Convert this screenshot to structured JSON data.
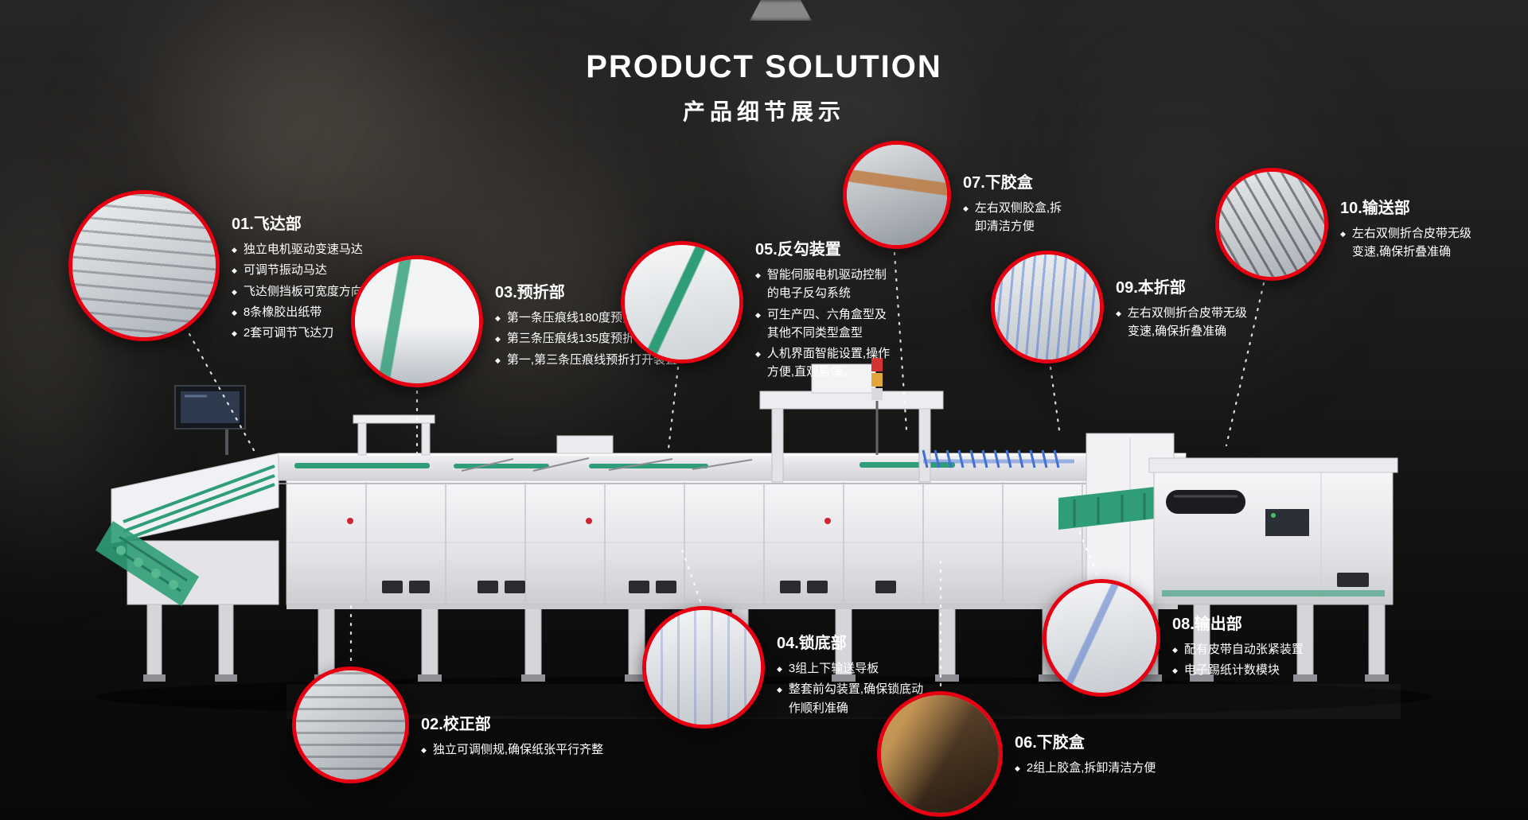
{
  "page": {
    "title": "PRODUCT SOLUTION",
    "subtitle": "产品细节展示"
  },
  "bullet_icon": "◆",
  "colors": {
    "accent_red": "#e60012",
    "background": "#161616",
    "text": "#ffffff",
    "machine_green": "#2f9d77"
  },
  "callouts": [
    {
      "num": "01",
      "title": "01.飞达部",
      "bullets": [
        "独立电机驱动变速马达",
        "可调节振动马达",
        "飞达侧挡板可宽度方向微调",
        "8条橡胶出纸带",
        "2套可调节飞达刀"
      ]
    },
    {
      "num": "02",
      "title": "02.校正部",
      "bullets": [
        "独立可调侧规,确保纸张平行齐整"
      ]
    },
    {
      "num": "03",
      "title": "03.预折部",
      "bullets": [
        "第一条压痕线180度预折",
        "第三条压痕线135度预折",
        "第一,第三条压痕线预折打开装置"
      ]
    },
    {
      "num": "04",
      "title": "04.锁底部",
      "bullets": [
        "3组上下输送导板",
        "整套前勾装置,确保锁底动作顺利准确"
      ]
    },
    {
      "num": "05",
      "title": "05.反勾装置",
      "bullets": [
        "智能伺服电机驱动控制的电子反勾系统",
        "可生产四、六角盒型及其他不同类型盒型",
        "人机界面智能设置,操作方便,直观易懂。"
      ]
    },
    {
      "num": "06",
      "title": "06.下胶盒",
      "bullets": [
        "2组上胶盒,拆卸清洁方便"
      ]
    },
    {
      "num": "07",
      "title": "07.下胶盒",
      "bullets": [
        "左右双侧胶盒,拆卸清洁方便"
      ]
    },
    {
      "num": "08",
      "title": "08.输出部",
      "bullets": [
        "配有皮带自动张紧装置",
        "电子踢纸计数模块"
      ]
    },
    {
      "num": "09",
      "title": "09.本折部",
      "bullets": [
        "左右双侧折合皮带无级变速,确保折叠准确"
      ]
    },
    {
      "num": "10",
      "title": "10.输送部",
      "bullets": [
        "左右双侧折合皮带无级变速,确保折叠准确"
      ]
    }
  ]
}
